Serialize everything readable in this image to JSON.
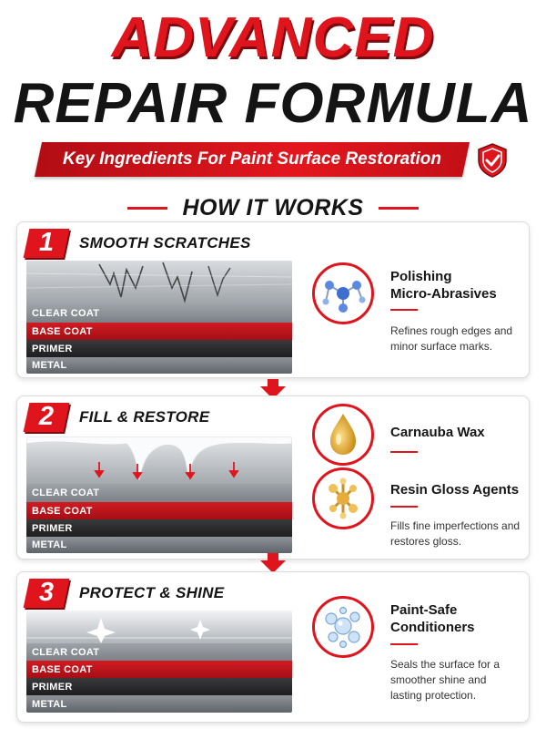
{
  "header": {
    "title_line1": "ADVANCED",
    "title_line2": "REPAIR FORMULA",
    "banner": "Key Ingredients For Paint Surface Restoration",
    "how_title": "HOW IT WORKS"
  },
  "layers": [
    "CLEAR COAT",
    "BASE COAT",
    "PRIMER",
    "METAL"
  ],
  "steps": [
    {
      "number": "1",
      "title": "SMOOTH SCRATCHES",
      "ingredients": [
        {
          "name_line1": "Polishing",
          "name_line2": "Micro-Abrasives"
        }
      ],
      "desc_line1": "Refines rough edges and",
      "desc_line2": "minor surface marks."
    },
    {
      "number": "2",
      "title": "FILL & RESTORE",
      "ingredients": [
        {
          "name": "Carnauba Wax"
        },
        {
          "name": "Resin Gloss Agents"
        }
      ],
      "desc_line1": "Fills fine imperfections and",
      "desc_line2": "restores gloss."
    },
    {
      "number": "3",
      "title": "PROTECT & SHINE",
      "ingredients": [
        {
          "name_line1": "Paint-Safe",
          "name_line2": "Conditioners"
        }
      ],
      "desc_line1": "Seals the surface for a",
      "desc_line2": "smoother shine and",
      "desc_line3": "lasting protection."
    }
  ],
  "colors": {
    "accent": "#e0141c",
    "dark": "#141414"
  }
}
